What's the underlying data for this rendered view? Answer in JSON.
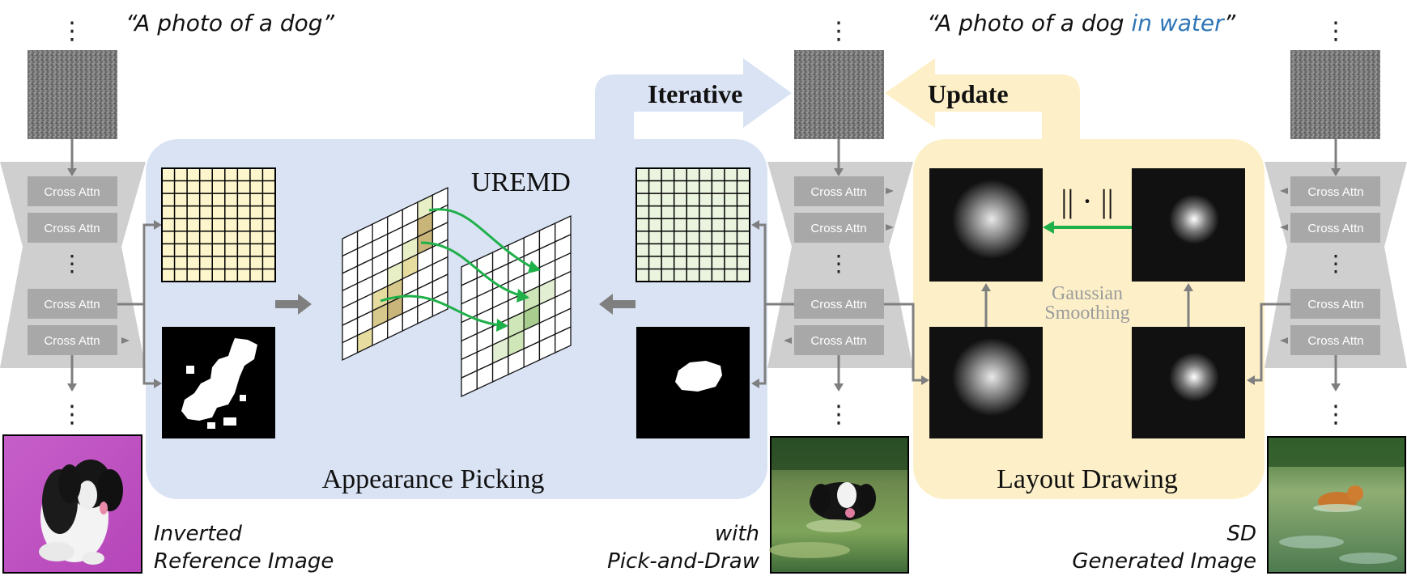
{
  "prompts": {
    "left": "“A photo of a dog”",
    "right_prefix": "“A photo of a dog ",
    "right_highlight": "in water",
    "right_suffix": "”"
  },
  "flow": {
    "iterative": "Iterative",
    "update": "Update"
  },
  "modules": {
    "appearance": "Appearance Picking",
    "layout": "Layout Drawing",
    "uremd": "UREMD",
    "norm": "|| · ||",
    "gaussian_1": "Gaussian",
    "gaussian_2": "Smoothing"
  },
  "unet": {
    "cross_attn": "Cross Attn",
    "ellipsis": "⋮"
  },
  "captions": {
    "left_1": "Inverted",
    "left_2": "Reference Image",
    "mid_1": "with",
    "mid_2": "Pick-and-Draw",
    "right_1": "SD",
    "right_2": "Generated Image"
  },
  "colors": {
    "blue_panel": "#dae3f4",
    "yellow_panel": "#fdf0c8",
    "unet_gray": "#cfcfcf",
    "attn_box": "#a8a8a8",
    "arrow_gray": "#7f7f7f",
    "green_arrow": "#1fb04a",
    "highlight_blue": "#2e75b6"
  }
}
